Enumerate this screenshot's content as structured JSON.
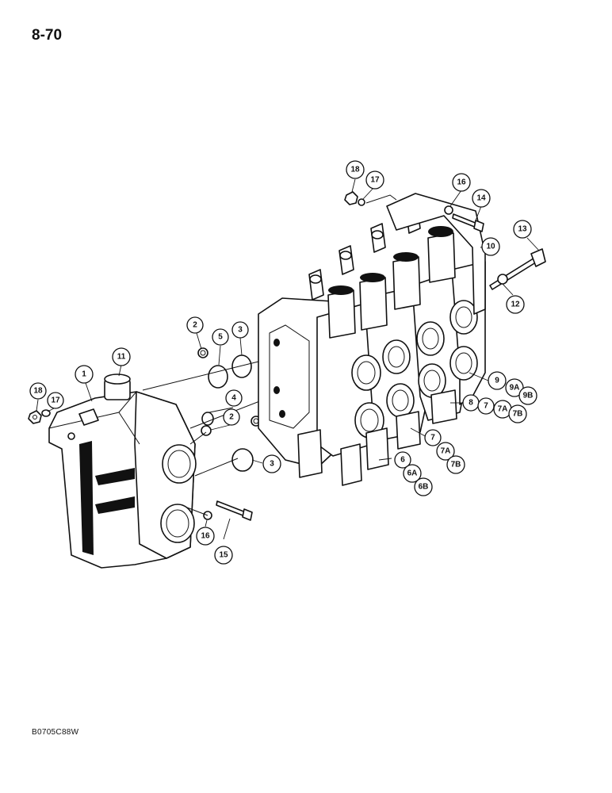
{
  "page_number": "8-70",
  "drawing_code": "B0705C88W",
  "callouts": {
    "c18a": "18",
    "c17a": "17",
    "c16a": "16",
    "c14": "14",
    "c13": "13",
    "c10": "10",
    "c12": "12",
    "c2a": "2",
    "c5": "5",
    "c3a": "3",
    "c11": "11",
    "c1": "1",
    "c18b": "18",
    "c17b": "17",
    "c4": "4",
    "c2b": "2",
    "c3b": "3",
    "c16b": "16",
    "c15": "15",
    "c9": "9",
    "c9a": "9A",
    "c9b": "9B",
    "c8": "8",
    "c7a": "7",
    "c7a2": "7A",
    "c7b": "7B",
    "c7": "7",
    "c7ab": "7A",
    "c7bb": "7B",
    "c6": "6",
    "c6a": "6A",
    "c6b": "6B"
  }
}
